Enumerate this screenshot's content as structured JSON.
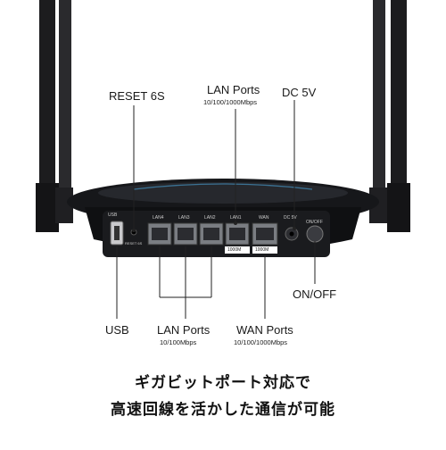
{
  "labels": {
    "reset": "RESET 6S",
    "lan_top_title": "LAN Ports",
    "lan_top_speed": "10/100/1000Mbps",
    "dc": "DC 5V",
    "onoff": "ON/OFF",
    "usb": "USB",
    "lan_bottom_title": "LAN Ports",
    "lan_bottom_speed": "10/100Mbps",
    "wan_title": "WAN Ports",
    "wan_speed": "10/100/1000Mbps"
  },
  "panel": {
    "usb": "USB",
    "reset_pin": "RESET 6S",
    "lan4": "LAN4",
    "lan3": "LAN3",
    "lan2": "LAN2",
    "lan1": "LAN1",
    "wan": "WAN",
    "dc": "DC 5V",
    "onoff": "ON/OFF",
    "lan1_speed": "1000M",
    "wan_speed": "1000M"
  },
  "caption": {
    "line1": "ギガビットポート対応で",
    "line2": "高速回線を活かした通信が可能"
  }
}
